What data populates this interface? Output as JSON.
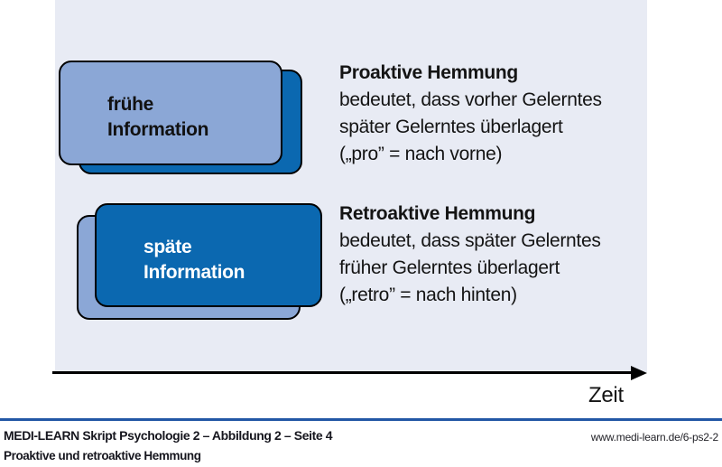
{
  "colors": {
    "panel_bg": "#e8ebf4",
    "light_card": "#8ba7d6",
    "dark_card": "#0b68b0",
    "divider": "#2257a5",
    "text": "#141414",
    "card_text_light": "#ffffff"
  },
  "diagram": {
    "groups": [
      {
        "card_line1": "frühe",
        "card_line2": "Information",
        "heading": "Proaktive Hemmung",
        "body_lines": [
          "bedeutet, dass vorher Gelerntes",
          "später Gelerntes überlagert",
          "(„pro” = nach vorne)"
        ]
      },
      {
        "card_line1": "späte",
        "card_line2": "Information",
        "heading": "Retroaktive Hemmung",
        "body_lines": [
          "bedeutet, dass später Gelerntes",
          "früher Gelerntes überlagert",
          "(„retro” = nach hinten)"
        ]
      }
    ],
    "axis_label": "Zeit"
  },
  "footer": {
    "source_line": "MEDI-LEARN Skript Psychologie 2 – Abbildung 2 – Seite 4",
    "url": "www.medi-learn.de/6-ps2-2",
    "caption": "Proaktive und retroaktive Hemmung"
  }
}
